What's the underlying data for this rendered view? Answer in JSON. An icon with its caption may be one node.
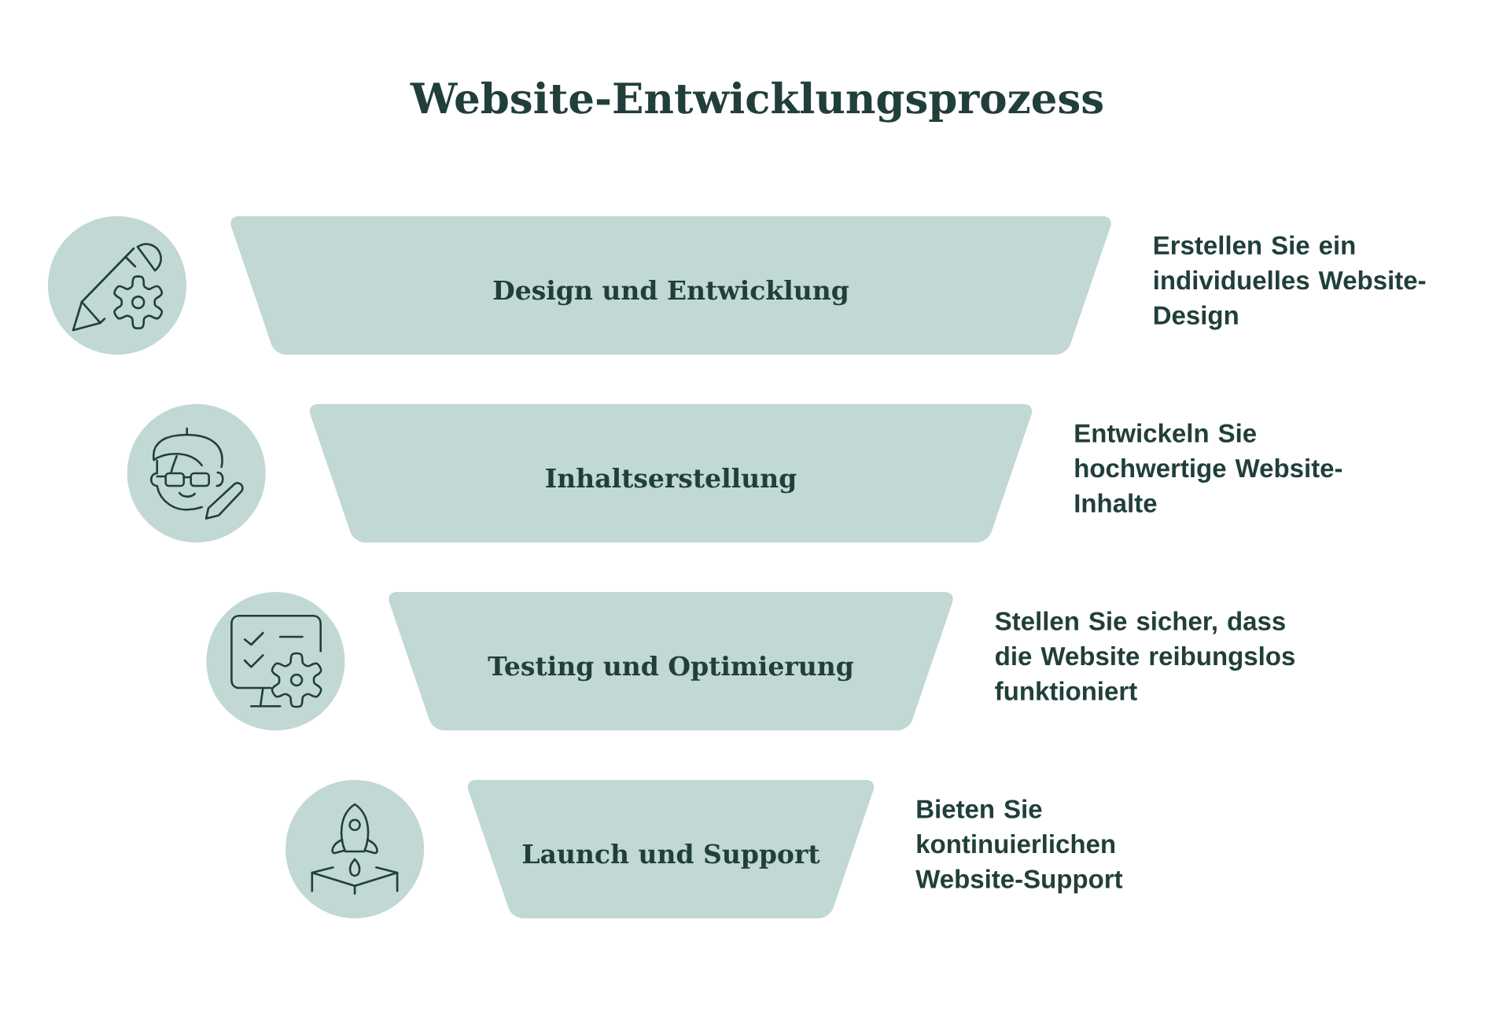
{
  "diagram": {
    "title": "Website-Entwicklungsprozess",
    "nodes": [
      {
        "text": [
          "Design und Entwicklung"
        ],
        "beside": [
          "Erstellen Sie ein individuelles Website-Design"
        ]
      },
      {
        "text": [
          "Inhaltserstellung"
        ],
        "beside": [
          "Entwickeln Sie hochwertige Website-Inhalte"
        ]
      },
      {
        "text": [
          "Testing und Optimierung"
        ],
        "beside": [
          "Stellen Sie sicher, dass die Website reibungslos funktioniert"
        ]
      },
      {
        "text": [
          "Launch und Support"
        ],
        "beside": [
          "Bieten Sie kontinuierlichen Website-Support"
        ]
      }
    ]
  }
}
